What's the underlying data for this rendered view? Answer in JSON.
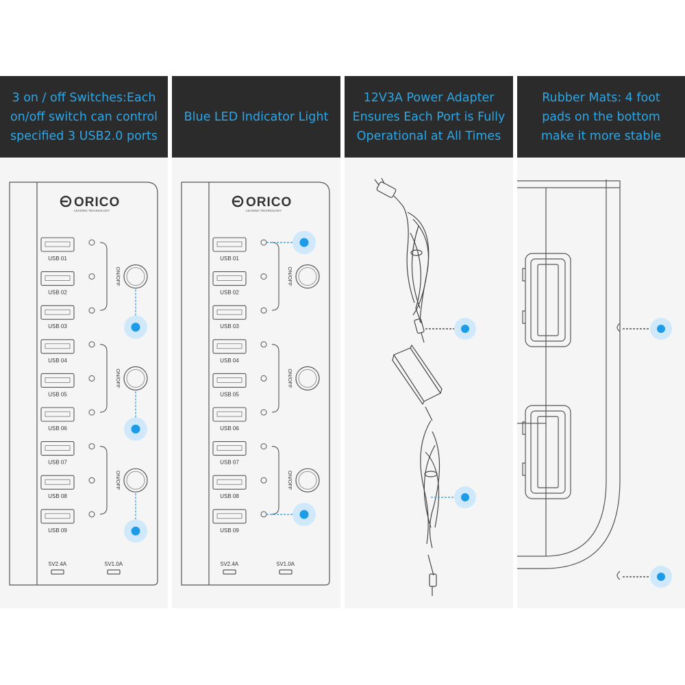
{
  "colors": {
    "header_bg": "#2b2b2b",
    "header_text": "#2aa7e8",
    "panel_bg": "#f5f5f5",
    "accent_dot": "#1e9be6"
  },
  "panels": [
    {
      "caption": "3 on / off Switches:Each\non/off switch can control\nspecified 3 USB2.0 ports"
    },
    {
      "caption": "Blue LED Indicator  Light"
    },
    {
      "caption": "12V3A Power Adapter\nEnsures Each Port is Fully\nOperational at All Times"
    },
    {
      "caption": "Rubber Mats:  4 foot\npads on the bottom\nmake it more stable"
    }
  ],
  "hub": {
    "brand": "ORICO",
    "tagline": "LEADING TECHNOLOGY",
    "switch_label": "ON/OFF",
    "ports": [
      "USB 01",
      "USB 02",
      "USB 03",
      "USB 04",
      "USB 05",
      "USB 06",
      "USB 07",
      "USB 08",
      "USB 09"
    ],
    "power_labels": [
      "5V2.4A",
      "5V1.0A"
    ]
  }
}
